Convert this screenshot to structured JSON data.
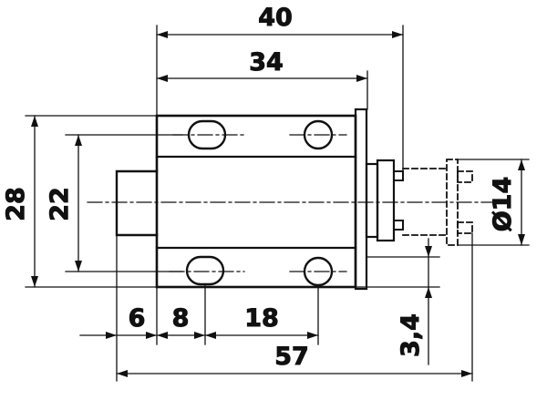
{
  "colors": {
    "line": "#111111",
    "background": "#ffffff"
  },
  "dimensions": {
    "overall_width_top": "40",
    "body_length": "34",
    "overall_height": "28",
    "inner_height": "22",
    "plunger_protrusion": "6",
    "slot_offset": "8",
    "hole_spacing": "18",
    "flange_offset": "3,4",
    "overall_length": "57",
    "cap_diameter": "Ø14"
  }
}
